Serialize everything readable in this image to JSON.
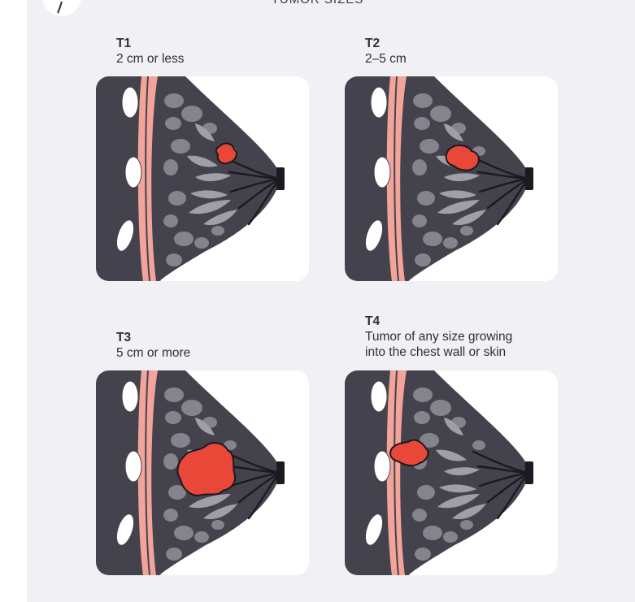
{
  "title": "TUMOR SIZES",
  "stages": [
    {
      "code": "T1",
      "description": "2 cm or less"
    },
    {
      "code": "T2",
      "description": "2–5 cm"
    },
    {
      "code": "T3",
      "description": "5 cm or more"
    },
    {
      "code": "T4",
      "description_line1": "Tumor of any size growing",
      "description_line2": "into the chest wall or skin"
    }
  ],
  "colors": {
    "background": "#f1f1f5",
    "card": "#ffffff",
    "tissue": "#44434d",
    "chest_wall": "#f3a49a",
    "gland": "#85838c",
    "tumor": "#e94838",
    "rib": "#ffffff"
  }
}
